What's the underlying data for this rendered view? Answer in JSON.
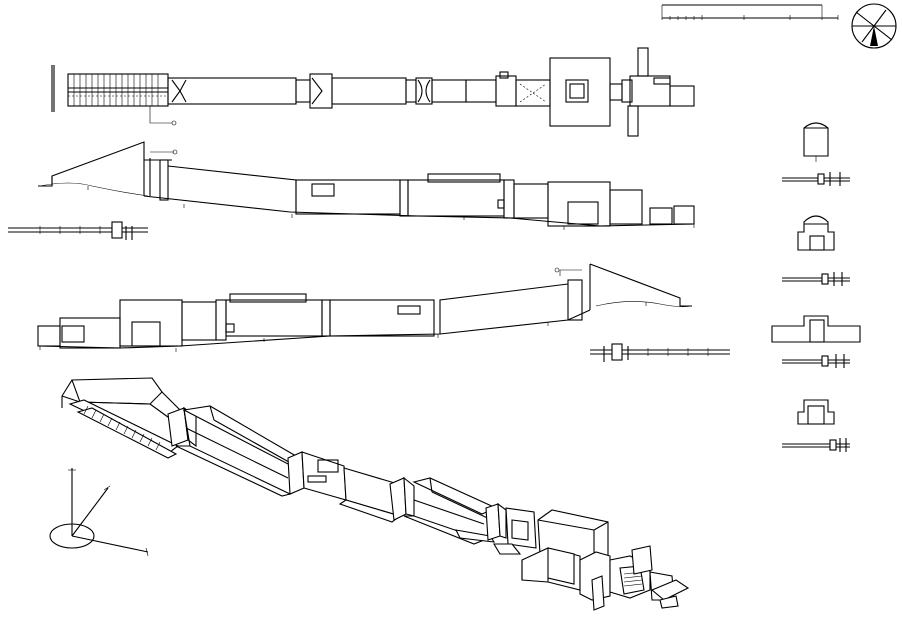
{
  "drawing": {
    "background": "#ffffff",
    "line_color": "#000000",
    "views": [
      "plan",
      "section-north",
      "section-south",
      "axonometric",
      "cross-sections"
    ]
  }
}
